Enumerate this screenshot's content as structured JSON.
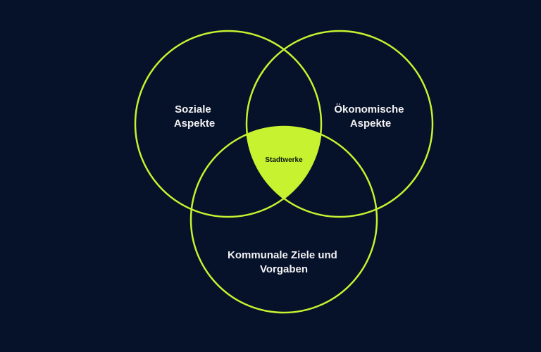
{
  "diagram": {
    "background_color": "#06112a",
    "accent_color": "#c6f230",
    "text_color": "#f2f2f2",
    "center_text_color": "#0b1a10",
    "circles": [
      {
        "id": "soziale",
        "label_lines": [
          "Soziale",
          "Aspekte"
        ]
      },
      {
        "id": "oekonomische",
        "label_lines": [
          "Ökonomische",
          "Aspekte"
        ]
      },
      {
        "id": "kommunale",
        "label_lines": [
          "Kommunale Ziele und",
          "Vorgaben"
        ]
      }
    ],
    "intersection": {
      "label": "Stadtwerke"
    }
  }
}
